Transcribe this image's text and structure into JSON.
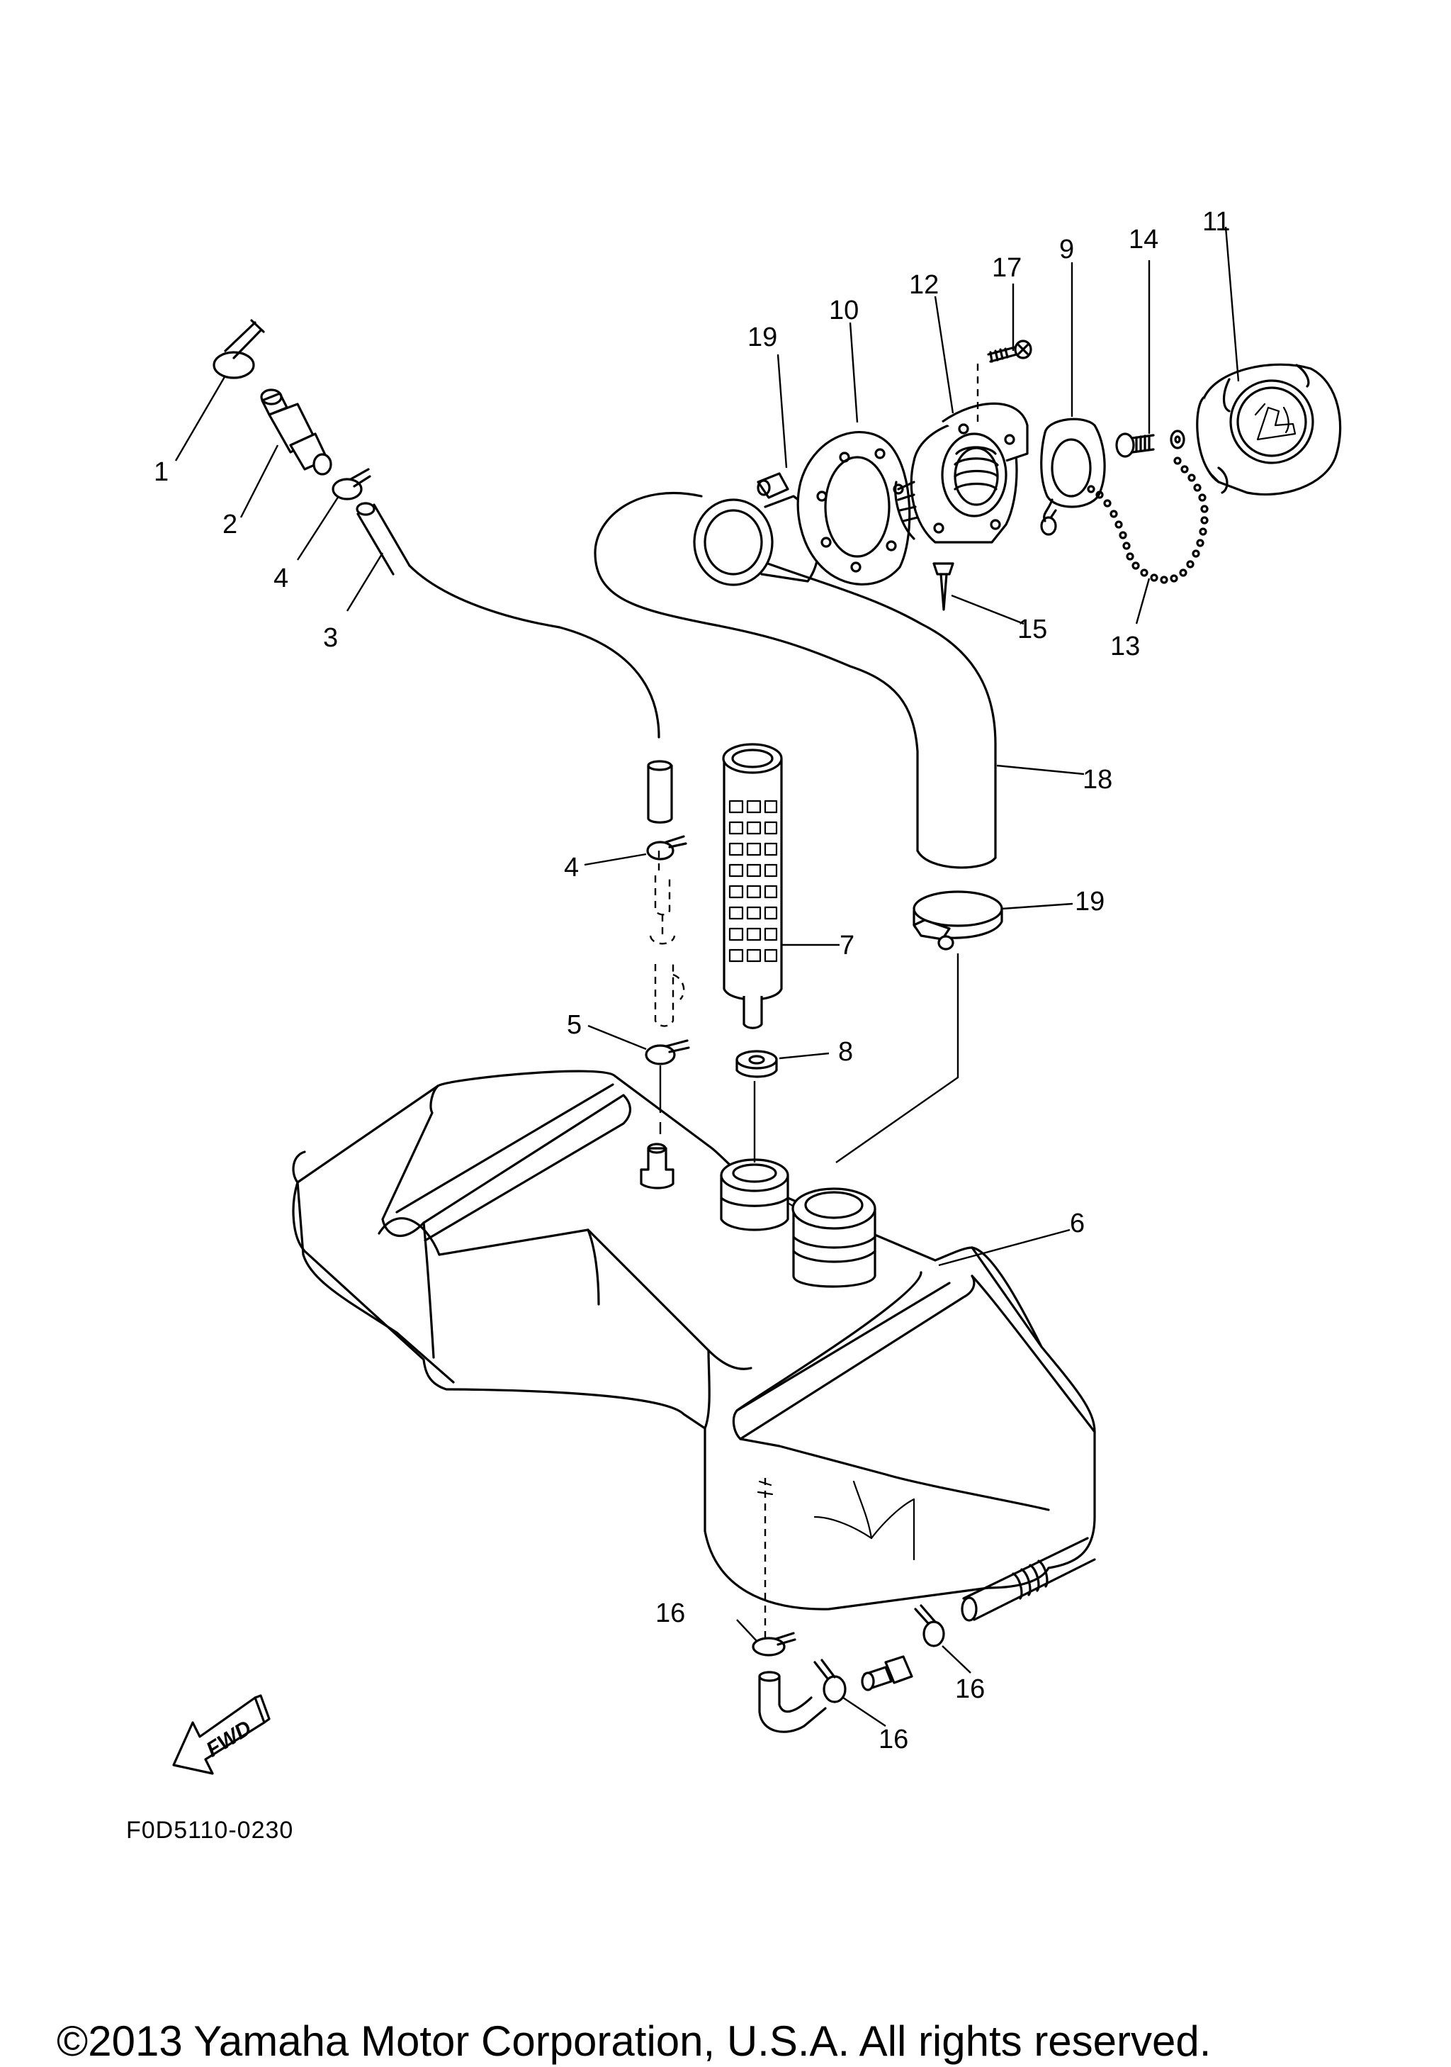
{
  "drawing_code": "F0D5110-0230",
  "copyright": "©2013 Yamaha Motor Corporation, U.S.A. All rights reserved.",
  "fwd_label": "FWD",
  "callouts": [
    {
      "id": "c1",
      "number": "1"
    },
    {
      "id": "c2",
      "number": "2"
    },
    {
      "id": "c3",
      "number": "3"
    },
    {
      "id": "c4a",
      "number": "4"
    },
    {
      "id": "c4b",
      "number": "4"
    },
    {
      "id": "c5",
      "number": "5"
    },
    {
      "id": "c6",
      "number": "6"
    },
    {
      "id": "c7",
      "number": "7"
    },
    {
      "id": "c8",
      "number": "8"
    },
    {
      "id": "c9",
      "number": "9"
    },
    {
      "id": "c10",
      "number": "10"
    },
    {
      "id": "c11",
      "number": "11"
    },
    {
      "id": "c12",
      "number": "12"
    },
    {
      "id": "c13",
      "number": "13"
    },
    {
      "id": "c14",
      "number": "14"
    },
    {
      "id": "c15",
      "number": "15"
    },
    {
      "id": "c16a",
      "number": "16"
    },
    {
      "id": "c16b",
      "number": "16"
    },
    {
      "id": "c16c",
      "number": "16"
    },
    {
      "id": "c17",
      "number": "17"
    },
    {
      "id": "c18",
      "number": "18"
    },
    {
      "id": "c19a",
      "number": "19"
    },
    {
      "id": "c19b",
      "number": "19"
    }
  ]
}
